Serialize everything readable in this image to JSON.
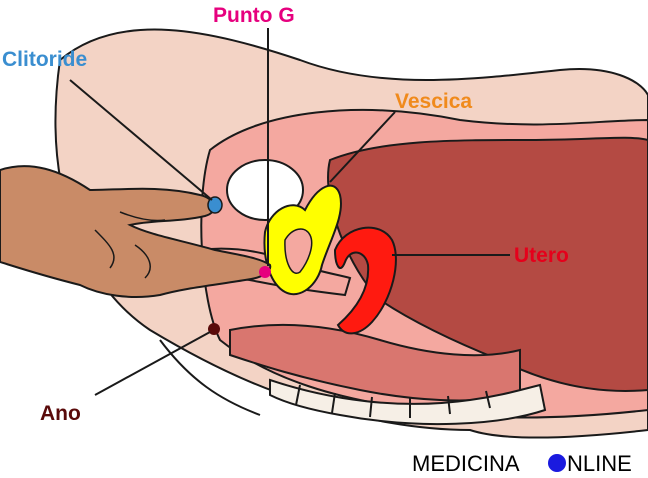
{
  "labels": {
    "punto_g": {
      "text": "Punto G",
      "color": "#e6007e"
    },
    "clitoride": {
      "text": "Clitoride",
      "color": "#3a8ed0"
    },
    "vescica": {
      "text": "Vescica",
      "color": "#f08a1c"
    },
    "utero": {
      "text": "Utero",
      "color": "#e5001b"
    },
    "ano": {
      "text": "Ano",
      "color": "#5a0a0a"
    }
  },
  "brand": {
    "left": "MEDICINA",
    "right": "NLINE",
    "dot_color": "#1a1adf"
  },
  "colors": {
    "skin": "#f3d3c5",
    "tissue_light": "#f4a8a0",
    "tissue_mid": "#d9766f",
    "tissue_dark": "#b44a43",
    "bladder": "#ffff00",
    "uterus": "#ff1a10",
    "hand": "#c98b67",
    "outline": "#1a1a1a"
  }
}
